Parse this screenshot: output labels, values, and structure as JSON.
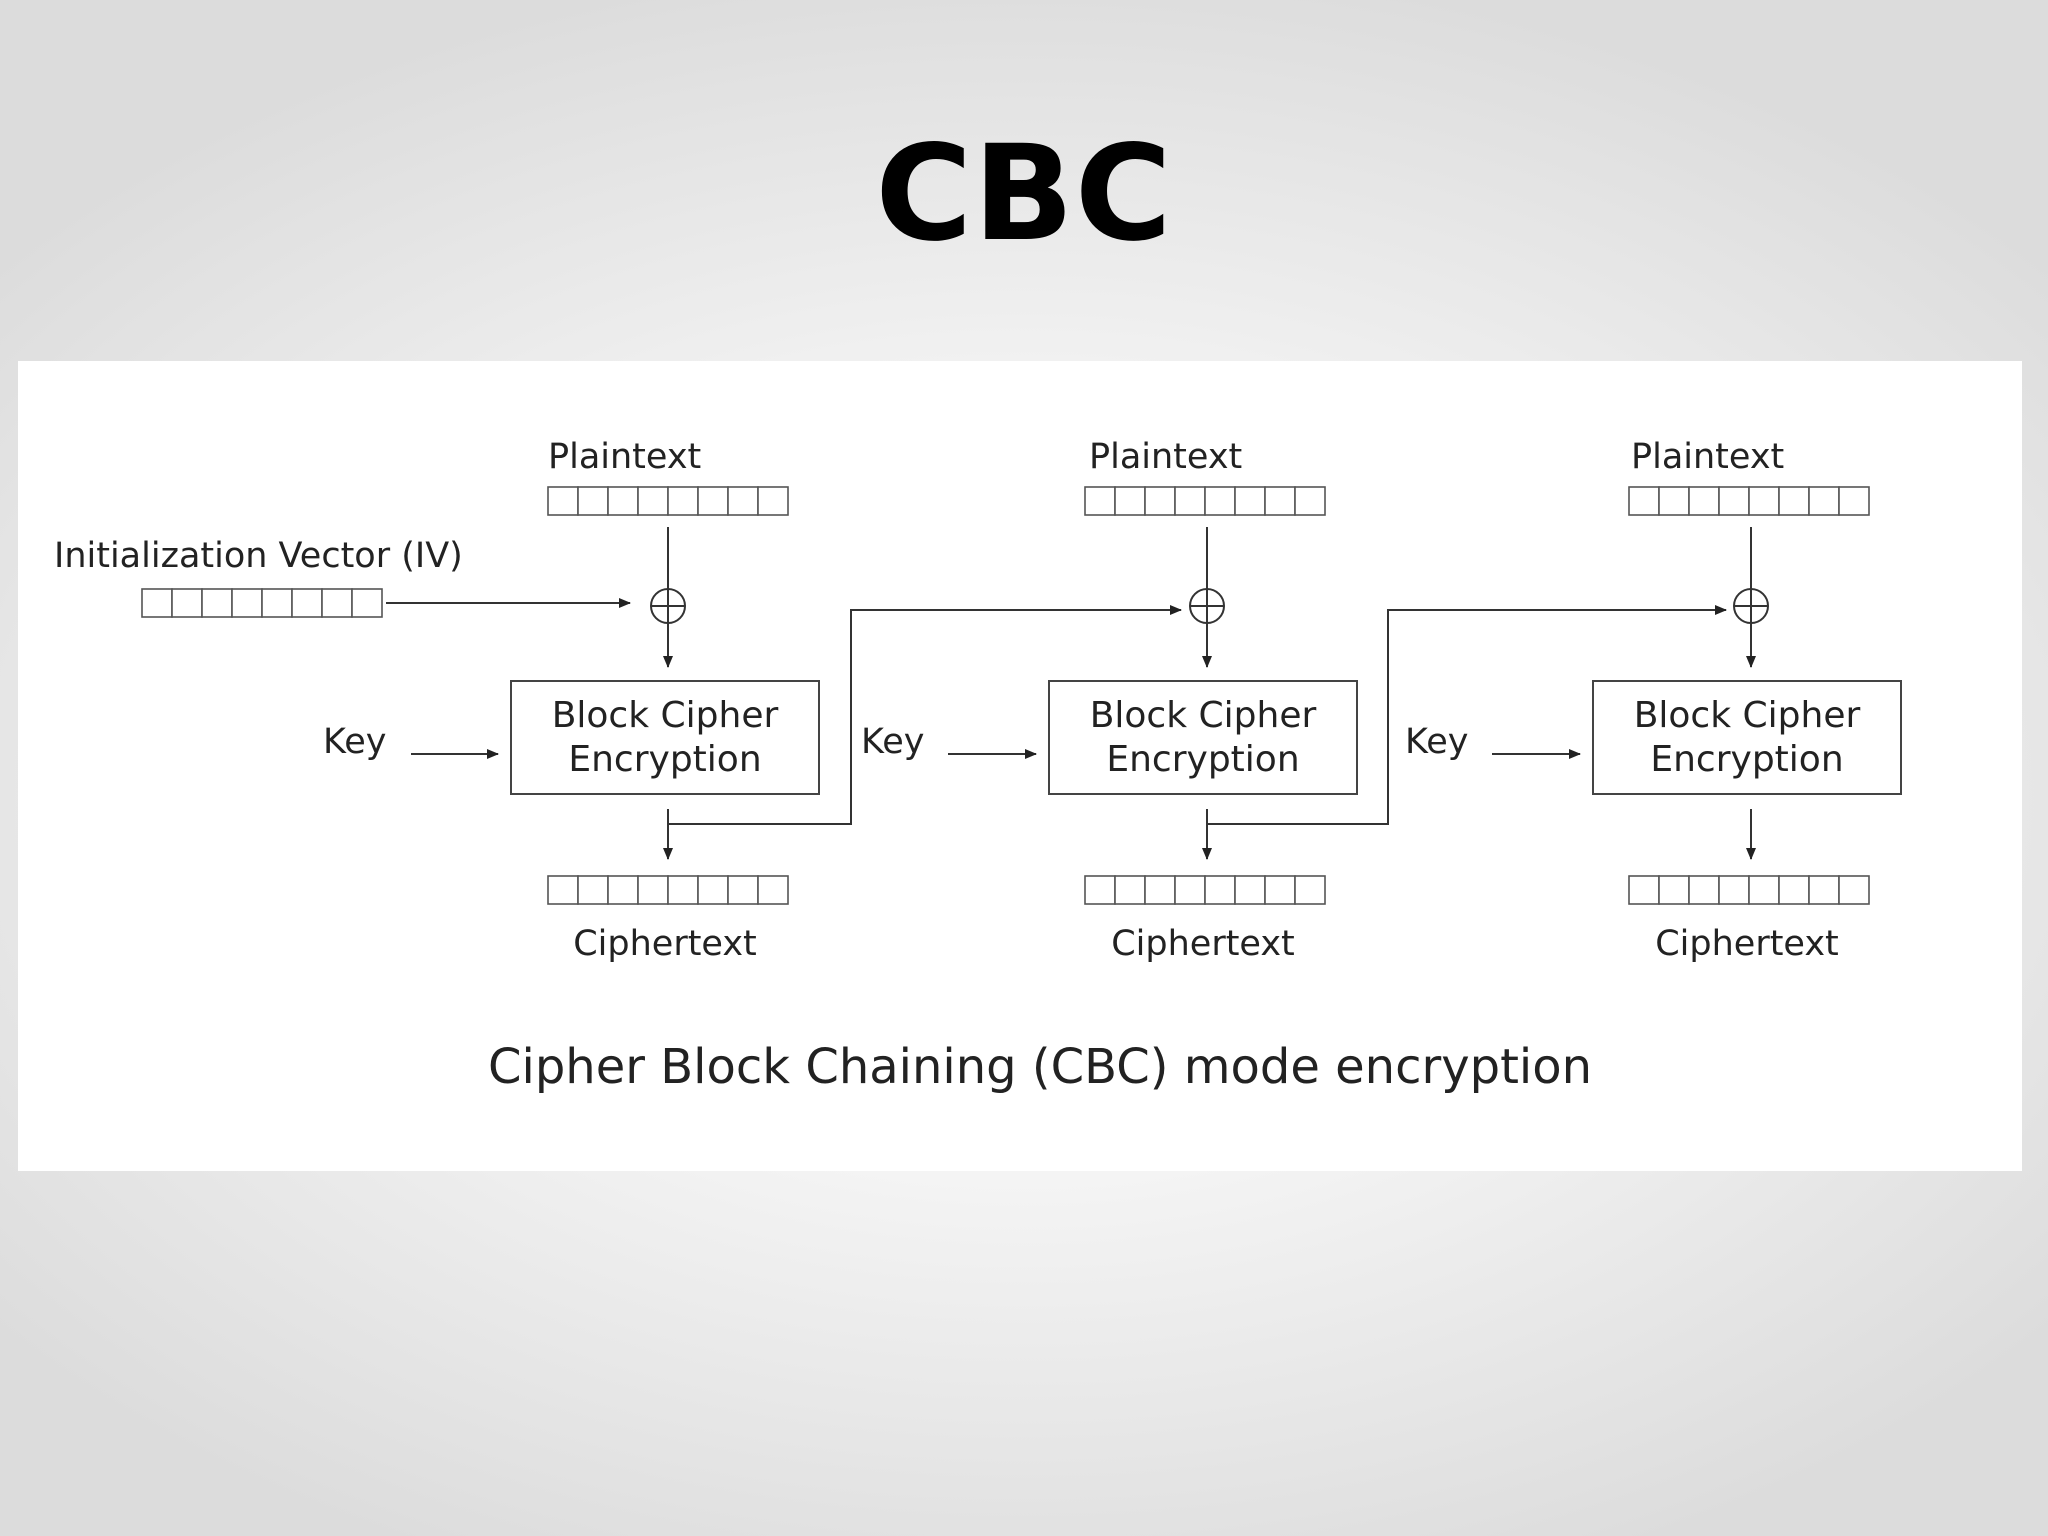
{
  "slide": {
    "title": "CBC"
  },
  "diagram": {
    "iv_label": "Initialization Vector (IV)",
    "caption": "Cipher Block Chaining (CBC) mode encryption",
    "stages": [
      {
        "plaintext_label": "Plaintext",
        "cipher_line1": "Block Cipher",
        "cipher_line2": "Encryption",
        "key_label": "Key",
        "ciphertext_label": "Ciphertext"
      },
      {
        "plaintext_label": "Plaintext",
        "cipher_line1": "Block Cipher",
        "cipher_line2": "Encryption",
        "key_label": "Key",
        "ciphertext_label": "Ciphertext"
      },
      {
        "plaintext_label": "Plaintext",
        "cipher_line1": "Block Cipher",
        "cipher_line2": "Encryption",
        "key_label": "Key",
        "ciphertext_label": "Ciphertext"
      }
    ],
    "xor_symbol": "xor-circle-icon",
    "colors": {
      "line": "#333333",
      "text": "#222222",
      "panel": "#ffffff"
    }
  }
}
